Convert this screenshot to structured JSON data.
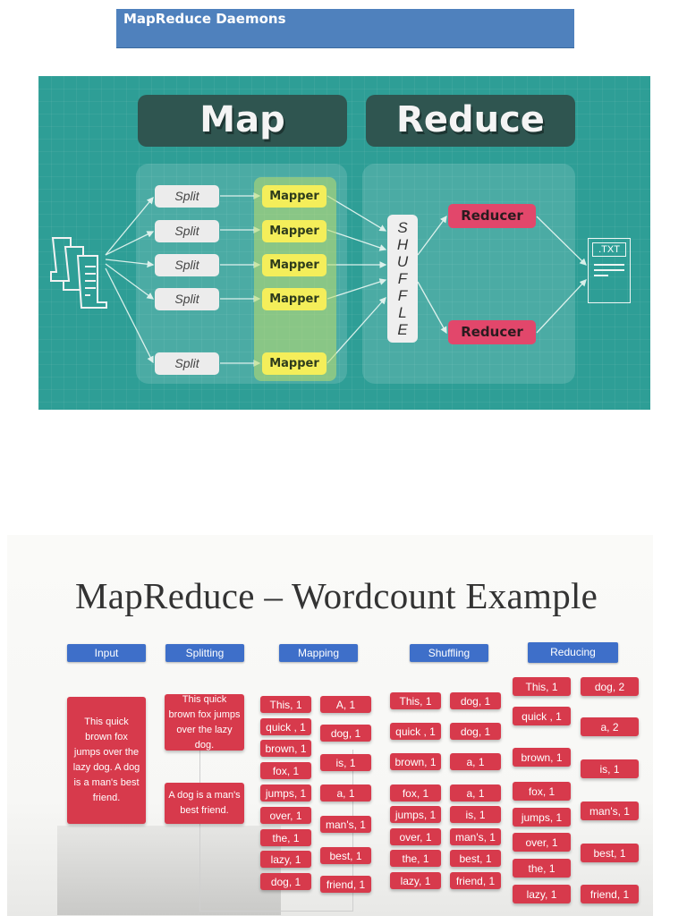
{
  "header": {
    "title": "MapReduce  Daemons",
    "color": "#4f81bd"
  },
  "diagram1": {
    "map_header": "Map",
    "reduce_header": "Reduce",
    "input_icon": "documents-icon",
    "splits": [
      "Split",
      "Split",
      "Split",
      "Split",
      "Split"
    ],
    "mappers": [
      "Mapper",
      "Mapper",
      "Mapper",
      "Mapper",
      "Mapper"
    ],
    "shuffle_letters": [
      "S",
      "H",
      "U",
      "F",
      "F",
      "L",
      "E"
    ],
    "reducers": [
      "Reducer",
      "Reducer"
    ],
    "output_label": ".TXT",
    "colors": {
      "background": "#2e9e96",
      "mapper": "#f4ee5a",
      "reducer": "#e2476b",
      "split": "#ececec"
    }
  },
  "diagram2": {
    "title": "MapReduce – Wordcount Example",
    "stages": [
      "Input",
      "Splitting",
      "Mapping",
      "Shuffling",
      "Reducing"
    ],
    "input_text": "This quick brown fox jumps over the lazy dog. A dog is a man's best friend.",
    "splits": [
      "This quick brown fox jumps over the lazy dog.",
      "A dog is a man's best friend."
    ],
    "mapping_left": [
      "This, 1",
      "quick , 1",
      "brown, 1",
      "fox, 1",
      "jumps, 1",
      "over, 1",
      "the, 1",
      "lazy, 1",
      "dog, 1"
    ],
    "mapping_right": [
      "A, 1",
      "dog, 1",
      "is, 1",
      "a, 1",
      "man's, 1",
      "best, 1",
      "friend, 1"
    ],
    "shuffling_left": [
      "This, 1",
      "quick , 1",
      "brown, 1",
      "fox, 1",
      "jumps, 1",
      "over, 1",
      "the, 1",
      "lazy, 1"
    ],
    "shuffling_right": [
      "dog, 1",
      "dog, 1",
      "a, 1",
      "a, 1",
      "is, 1",
      "man's, 1",
      "best, 1",
      "friend, 1"
    ],
    "reducing_left": [
      "This, 1",
      "quick , 1",
      "brown, 1",
      "fox, 1",
      "jumps, 1",
      "over, 1",
      "the, 1",
      "lazy, 1"
    ],
    "reducing_right": [
      "dog, 2",
      "a, 2",
      "is, 1",
      "man's, 1",
      "best, 1",
      "friend, 1"
    ],
    "colors": {
      "stage": "#3e6fc9",
      "box": "#d73a4c"
    }
  }
}
